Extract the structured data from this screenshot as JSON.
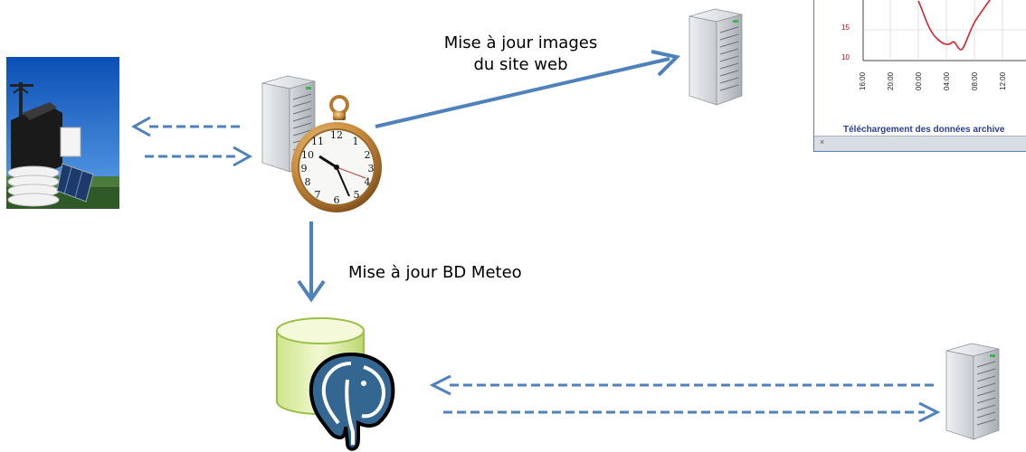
{
  "labels": {
    "web_update": [
      "Mise à jour images",
      "du site web"
    ],
    "db_update": "Mise à jour BD Meteo"
  },
  "thumbnail": {
    "caption": "Téléchargement des données archive",
    "y_ticks": [
      "15",
      "10"
    ],
    "x_ticks": [
      "16:00",
      "20:00",
      "00:00",
      "04:00",
      "08:00",
      "12:00"
    ],
    "close_glyph": "×"
  },
  "icons": {
    "weather_station": "weather-station-icon",
    "central_server": "server-icon",
    "stopwatch": "stopwatch-icon",
    "web_server": "server-icon",
    "database": "database-icon",
    "postgresql": "postgresql-elephant-icon",
    "client_server": "server-icon"
  },
  "colors": {
    "arrow": "#4f81bd",
    "temperature_line": "#d9212a",
    "database_fill": "#e8f5c0",
    "elephant": "#336791"
  }
}
